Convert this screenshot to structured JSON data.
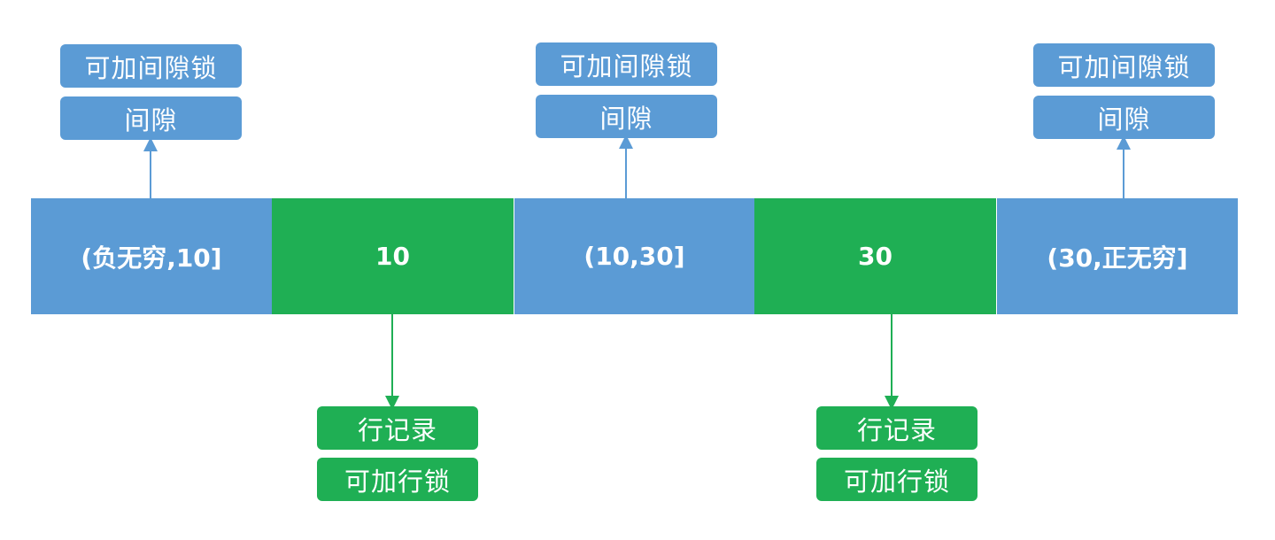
{
  "segments": [
    {
      "label": "(负无穷,10]",
      "kind": "gap"
    },
    {
      "label": "10",
      "kind": "record"
    },
    {
      "label": "(10,30]",
      "kind": "gap"
    },
    {
      "label": "30",
      "kind": "record"
    },
    {
      "label": "(30,正无穷]",
      "kind": "gap"
    }
  ],
  "gap_annotations": [
    {
      "lock": "可加间隙锁",
      "name": "间隙"
    },
    {
      "lock": "可加间隙锁",
      "name": "间隙"
    },
    {
      "lock": "可加间隙锁",
      "name": "间隙"
    }
  ],
  "record_annotations": [
    {
      "name": "行记录",
      "lock": "可加行锁"
    },
    {
      "name": "行记录",
      "lock": "可加行锁"
    }
  ],
  "colors": {
    "gap": "#5b9bd5",
    "record": "#1faf54"
  }
}
